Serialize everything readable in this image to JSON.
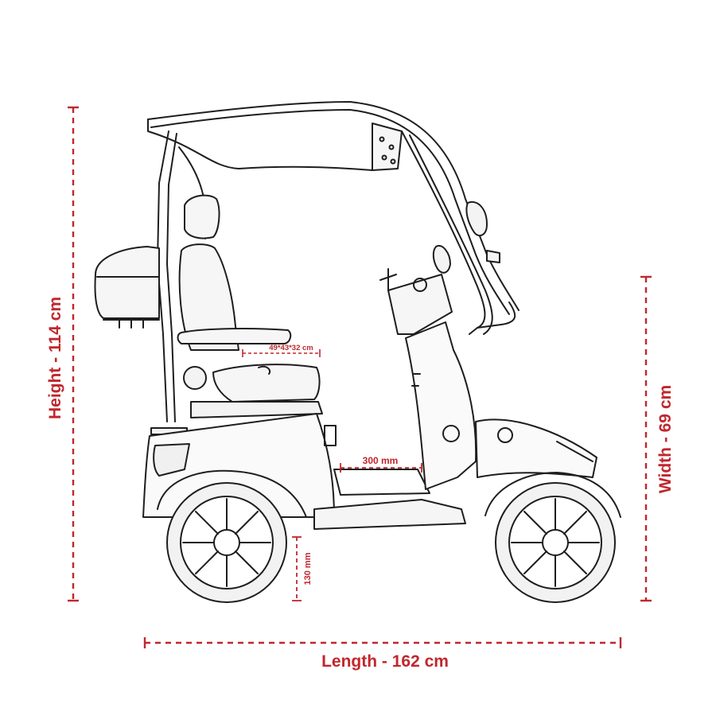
{
  "dimensions": {
    "height": "Height - 114 cm",
    "width": "Width - 69 cm",
    "length": "Length - 162 cm",
    "seat": "49*43*32 cm",
    "legroom": "300 mm",
    "clearance": "130 mm"
  },
  "colors": {
    "accent": "#c0272d",
    "line": "#1e1e1e",
    "background": "#ffffff"
  }
}
